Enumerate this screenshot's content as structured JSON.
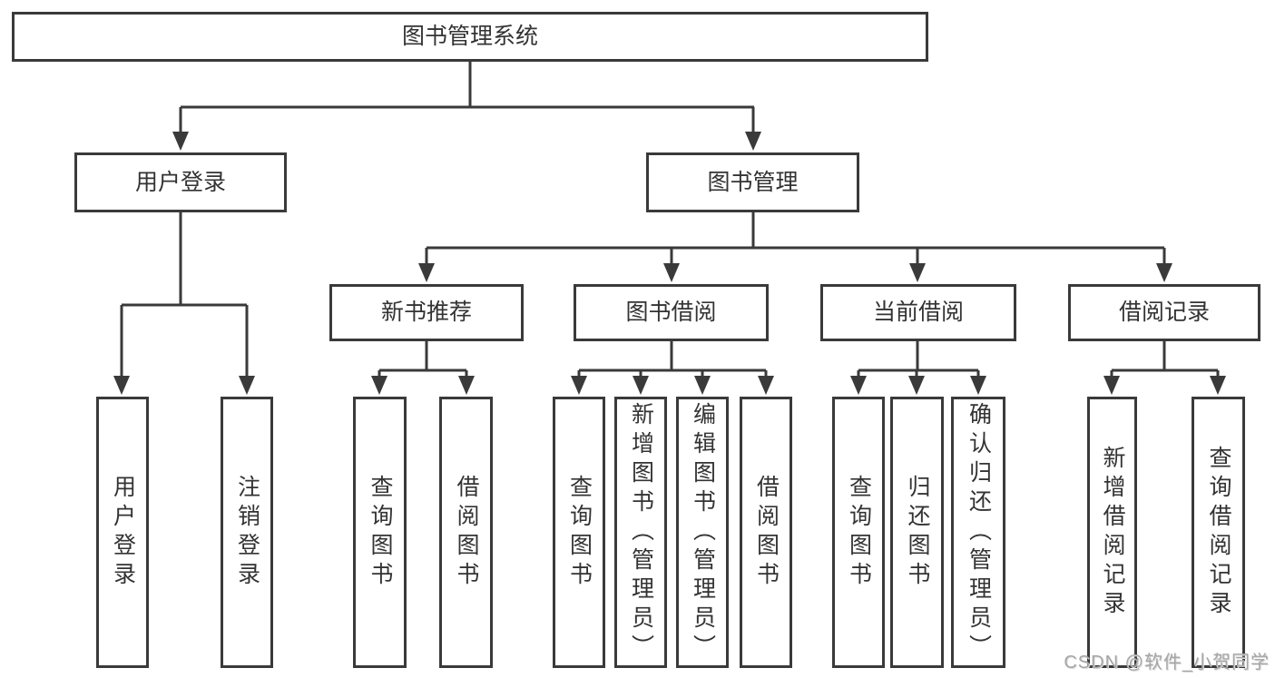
{
  "tree": {
    "label": "图书管理系统",
    "children": [
      {
        "label": "用户登录",
        "children": [
          {
            "label": "用户登录"
          },
          {
            "label": "注销登录"
          }
        ]
      },
      {
        "label": "图书管理",
        "children": [
          {
            "label": "新书推荐",
            "children": [
              {
                "label": "查询图书"
              },
              {
                "label": "借阅图书"
              }
            ]
          },
          {
            "label": "图书借阅",
            "children": [
              {
                "label": "查询图书"
              },
              {
                "label": "新增图书（管理员）"
              },
              {
                "label": "编辑图书（管理员）"
              },
              {
                "label": "借阅图书"
              }
            ]
          },
          {
            "label": "当前借阅",
            "children": [
              {
                "label": "查询图书"
              },
              {
                "label": "归还图书"
              },
              {
                "label": "确认归还（管理员）"
              }
            ]
          },
          {
            "label": "借阅记录",
            "children": [
              {
                "label": "新增借阅记录"
              },
              {
                "label": "查询借阅记录"
              }
            ]
          }
        ]
      }
    ]
  },
  "watermark": {
    "text": "CSDN @软件_小贺同学"
  },
  "colors": {
    "line": "#3a3a3a",
    "box_border": "#3a3a3a",
    "text": "#333333",
    "watermark": "#a6a6a6",
    "background": "#ffffff"
  }
}
